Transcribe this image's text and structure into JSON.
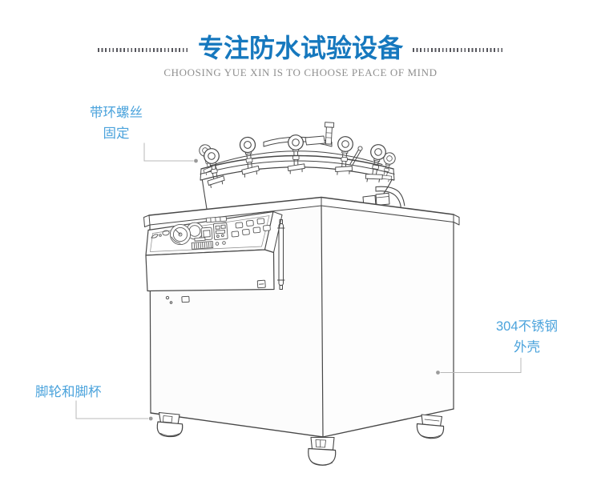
{
  "header": {
    "title": "专注防水试验设备",
    "subtitle": "CHOOSING YUE XIN IS TO CHOOSE PEACE OF MIND"
  },
  "callouts": {
    "ring_screw": {
      "line1": "带环螺丝",
      "line2": "固定"
    },
    "casters": {
      "label": "脚轮和脚杯"
    },
    "shell": {
      "line1": "304不锈钢",
      "line2": "外壳"
    }
  },
  "colors": {
    "title_blue": "#1678be",
    "label_blue": "#4BA3DC",
    "dash_gray": "#56565c",
    "subtitle_gray": "#8f8f8f",
    "ink": "#474747",
    "callout_line": "#b8b8b8",
    "callout_dot": "#9b9b9b"
  }
}
